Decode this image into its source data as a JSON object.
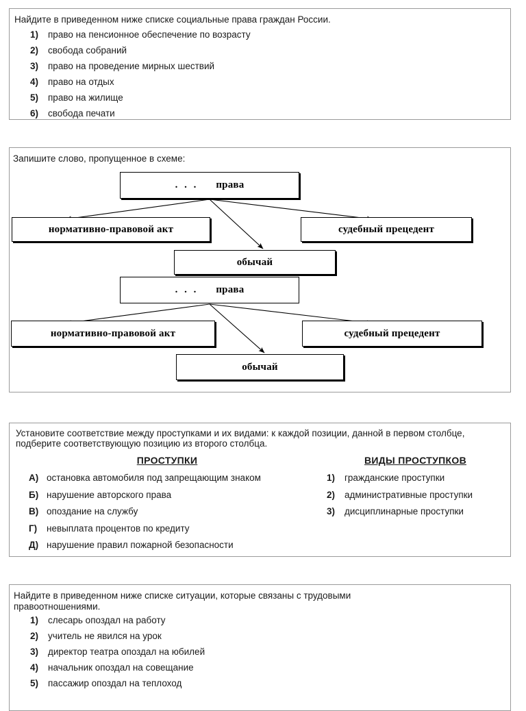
{
  "task_social_rights": {
    "prompt": "Найдите в приведенном ниже списке социальные права граждан России.",
    "items": [
      {
        "marker": "1)",
        "text": "право на пенсионное обеспечение по возрасту"
      },
      {
        "marker": "2)",
        "text": "свобода собраний"
      },
      {
        "marker": "3)",
        "text": "право на проведение мирных шествий"
      },
      {
        "marker": "4)",
        "text": "право на отдых"
      },
      {
        "marker": "5)",
        "text": "право на жилище"
      },
      {
        "marker": "6)",
        "text": "свобода печати"
      }
    ]
  },
  "task_scheme": {
    "prompt": "Запишите слово, пропущенное в схеме:",
    "diagram_1": {
      "root_ellipsis": ". . .",
      "root_label": "права",
      "left_label": "нормативно-правовой акт",
      "right_label": "судебный прецедент",
      "bottom_label": "обычай"
    },
    "diagram_2": {
      "root_ellipsis": ". . .",
      "root_label": "права",
      "left_label": "нормативно-правовой акт",
      "right_label": "судебный прецедент",
      "bottom_label": "обычай"
    }
  },
  "task_matching": {
    "prompt": "Установите соответствие между проступками и их видами: к каждой позиции, данной в первом столбце, подберите соответствующую позицию из второго столбца.",
    "left_header": "ПРОСТУПКИ",
    "right_header": "ВИДЫ ПРОСТУПКОВ",
    "left_items": [
      {
        "marker": "А)",
        "text": "остановка автомобиля под запрещающим знаком"
      },
      {
        "marker": "Б)",
        "text": "нарушение авторского права"
      },
      {
        "marker": "В)",
        "text": "опоздание на службу"
      },
      {
        "marker": "Г)",
        "text": "невыплата процентов по кредиту"
      },
      {
        "marker": "Д)",
        "text": "нарушение правил пожарной безопасности"
      }
    ],
    "right_items": [
      {
        "marker": "1)",
        "text": "гражданские проступки"
      },
      {
        "marker": "2)",
        "text": "административные проступки"
      },
      {
        "marker": "3)",
        "text": "дисциплинарные проступки"
      }
    ]
  },
  "task_labour_situations": {
    "prompt": "Найдите в приведенном ниже списке ситуации, которые связаны с трудовыми правоотношениями.",
    "items": [
      {
        "marker": "1)",
        "text": "слесарь опоздал на работу"
      },
      {
        "marker": "2)",
        "text": "учитель не явился на урок"
      },
      {
        "marker": "3)",
        "text": "директор театра опоздал на юбилей"
      },
      {
        "marker": "4)",
        "text": "начальник опоздал на совещание"
      },
      {
        "marker": "5)",
        "text": "пассажир опоздал на теплоход"
      }
    ]
  }
}
